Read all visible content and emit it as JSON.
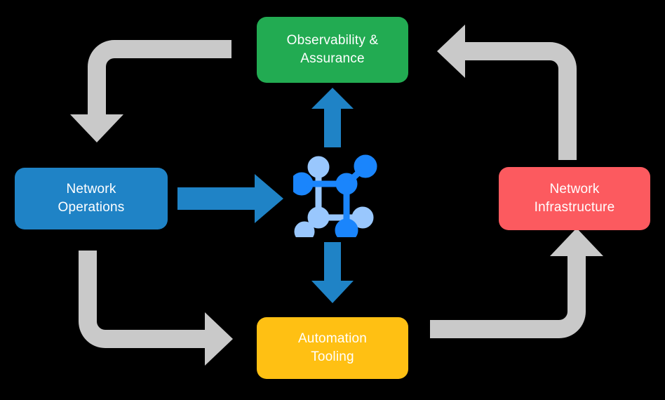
{
  "diagram": {
    "title": "Network operations lifecycle cycle diagram",
    "background_color": "#000000",
    "nodes": [
      {
        "id": "observability",
        "label": "Observability &\nAssurance",
        "color": "#22ab52",
        "text_color": "#ffffff",
        "position": "top"
      },
      {
        "id": "network-operations",
        "label": "Network\nOperations",
        "color": "#1f83c6",
        "text_color": "#ffffff",
        "position": "left"
      },
      {
        "id": "network-infrastructure",
        "label": "Network\nInfrastructure",
        "color": "#fc5a5f",
        "text_color": "#ffffff",
        "position": "right"
      },
      {
        "id": "automation-tooling",
        "label": "Automation\nTooling",
        "color": "#ffc013",
        "text_color": "#ffffff",
        "position": "bottom"
      }
    ],
    "center": {
      "id": "network-topology-hub",
      "icon": "network-topology-icon",
      "color_primary": "#1a85fc",
      "color_secondary": "#99c7fd"
    },
    "connectors": {
      "hub_arrow_color": "#1f83c6",
      "cycle_arrow_color": "#c9c9c9",
      "hub_arrows": [
        {
          "id": "ops-to-hub",
          "from": "network-operations",
          "to": "network-topology-hub",
          "direction": "right"
        },
        {
          "id": "hub-to-observability",
          "from": "network-topology-hub",
          "to": "observability",
          "direction": "up"
        },
        {
          "id": "hub-to-automation",
          "from": "network-topology-hub",
          "to": "automation-tooling",
          "direction": "down"
        }
      ],
      "cycle_arrows": [
        {
          "id": "observability-to-operations",
          "from": "observability",
          "to": "network-operations",
          "direction": "down"
        },
        {
          "id": "operations-to-automation",
          "from": "network-operations",
          "to": "automation-tooling",
          "direction": "right"
        },
        {
          "id": "automation-to-infrastructure",
          "from": "automation-tooling",
          "to": "network-infrastructure",
          "direction": "up"
        },
        {
          "id": "infrastructure-to-observability",
          "from": "network-infrastructure",
          "to": "observability",
          "direction": "left"
        }
      ]
    }
  }
}
